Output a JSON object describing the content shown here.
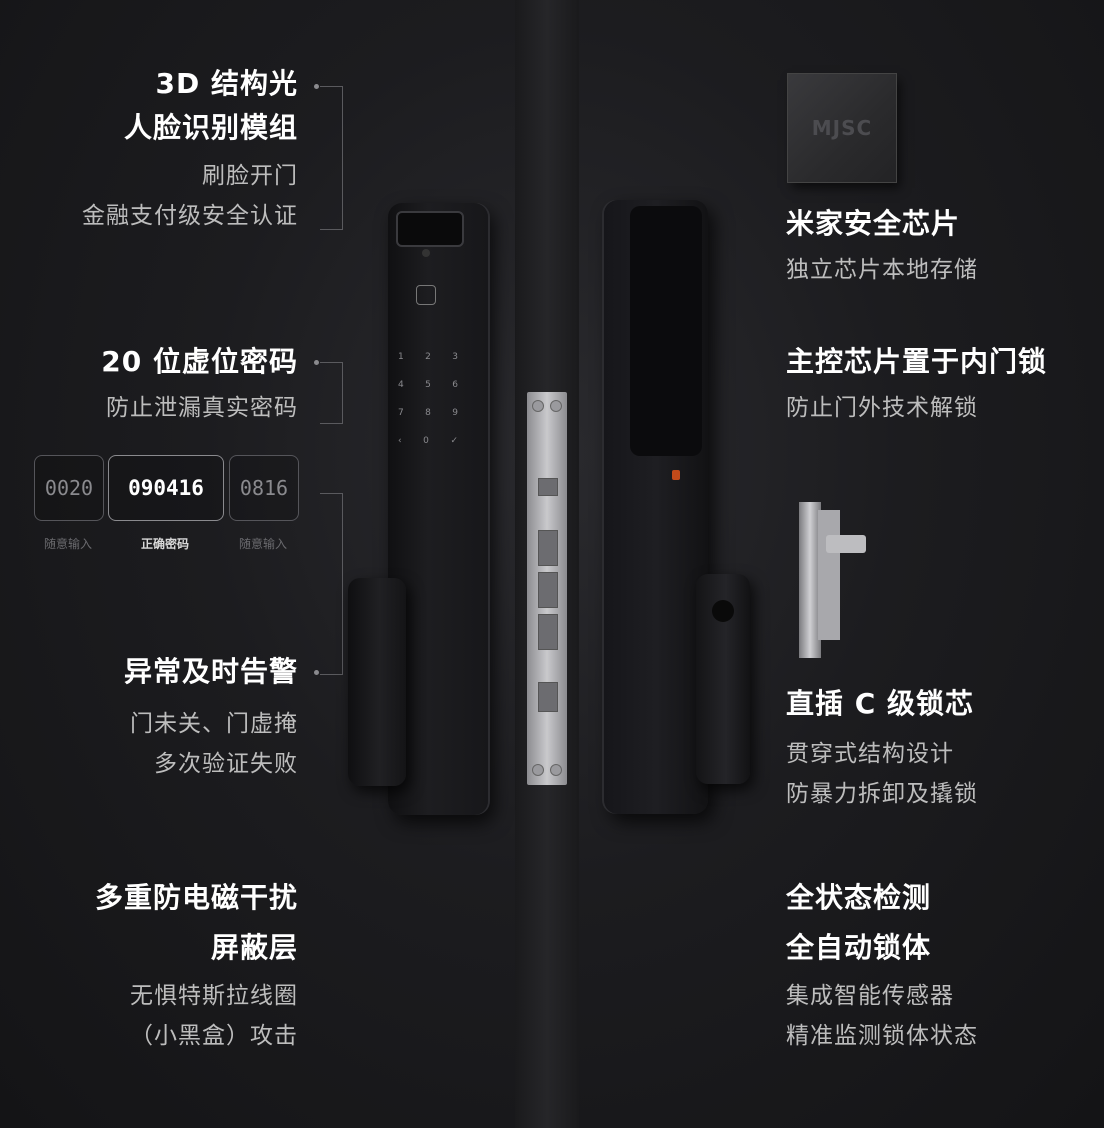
{
  "chip_label": "MJSC",
  "left_features": [
    {
      "title_lines": [
        "3D 结构光",
        "人脸识别模组"
      ],
      "desc_lines": [
        "刷脸开门",
        "金融支付级安全认证"
      ]
    },
    {
      "title_lines": [
        "20 位虚位密码"
      ],
      "desc_lines": [
        "防止泄漏真实密码"
      ]
    },
    {
      "title_lines": [
        "异常及时告警"
      ],
      "desc_lines": [
        "门未关、门虚掩",
        "多次验证失败"
      ]
    },
    {
      "title_lines": [
        "多重防电磁干扰",
        "屏蔽层"
      ],
      "desc_lines": [
        "无惧特斯拉线圈",
        "（小黑盒）攻击"
      ]
    }
  ],
  "right_features": [
    {
      "title_lines": [
        "米家安全芯片"
      ],
      "desc_lines": [
        "独立芯片本地存储"
      ]
    },
    {
      "title_lines": [
        "主控芯片置于内门锁"
      ],
      "desc_lines": [
        "防止门外技术解锁"
      ]
    },
    {
      "title_lines": [
        "直插 C 级锁芯"
      ],
      "desc_lines": [
        "贯穿式结构设计",
        "防暴力拆卸及撬锁"
      ]
    },
    {
      "title_lines": [
        "全状态检测",
        "全自动锁体"
      ],
      "desc_lines": [
        "集成智能传感器",
        "精准监测锁体状态"
      ]
    }
  ],
  "pin_demo": [
    {
      "code": "0020",
      "caption": "随意输入"
    },
    {
      "code": "090416",
      "caption": "正确密码"
    },
    {
      "code": "0816",
      "caption": "随意输入"
    }
  ],
  "keypad_rows": [
    [
      "1",
      "2",
      "3"
    ],
    [
      "4",
      "5",
      "6"
    ],
    [
      "7",
      "8",
      "9"
    ],
    [
      "‹",
      "0",
      "✓"
    ]
  ]
}
